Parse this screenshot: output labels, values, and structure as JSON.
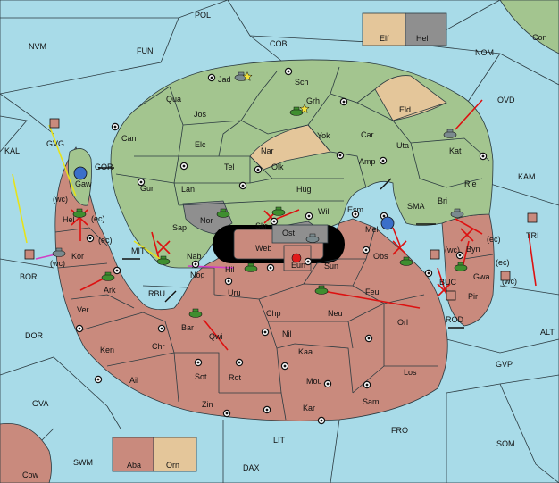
{
  "colors": {
    "sea": "#a8dbe8",
    "player_green": "#a3c58f",
    "player_red": "#c98a7d",
    "neutral_tan": "#e4c69a",
    "impassable": "#8f8f8f",
    "attack_arrow": "#d11111",
    "support_yellow": "#e6e21a",
    "convoy_magenta": "#d13fc4"
  },
  "sea_labels": [
    "POL",
    "NVM",
    "FUN",
    "COB",
    "NOM",
    "Con",
    "OVD",
    "KAL",
    "GVG",
    "GOR",
    "KAM",
    "SMA",
    "MIT",
    "BOR",
    "RBU",
    "BUC",
    "TRI",
    "ALT",
    "DOR",
    "ROD",
    "GVP",
    "GVA",
    "FRO",
    "SOM",
    "LIT",
    "SWM",
    "DAX",
    "Cow"
  ],
  "land_labels": [
    "Jad",
    "Sch",
    "Qua",
    "Grh",
    "Jos",
    "Eld",
    "Can",
    "Yok",
    "Car",
    "Uta",
    "Elc",
    "Nar",
    "Kat",
    "Tel",
    "Olk",
    "Amp",
    "Gur",
    "Lan",
    "Hug",
    "Rie",
    "Bri",
    "Nor",
    "Skr",
    "Wil",
    "Esm",
    "Mel",
    "Hel",
    "Gaw",
    "Kor",
    "Sap",
    "Web",
    "Ost",
    "Byn",
    "Gwa",
    "Nab",
    "Hil",
    "Eun",
    "Sun",
    "Obs",
    "Pir",
    "Ark",
    "Nog",
    "Uru",
    "Feu",
    "Ver",
    "Chp",
    "Neu",
    "Orl",
    "Bar",
    "Qwi",
    "Nil",
    "Ken",
    "Chr",
    "Kaa",
    "Ail",
    "Sot",
    "Rot",
    "Mou",
    "Los",
    "Zin",
    "Kar",
    "Sam"
  ],
  "legend_top": {
    "left": "Elf",
    "right": "Hel"
  },
  "legend_bottom": {
    "left": "Aba",
    "right": "Orn"
  },
  "coast_labels": [
    "(wc)",
    "(ec)",
    "(ec)",
    "(wc)",
    "(wc)",
    "(ec)",
    "(wc)",
    "(ec)"
  ]
}
